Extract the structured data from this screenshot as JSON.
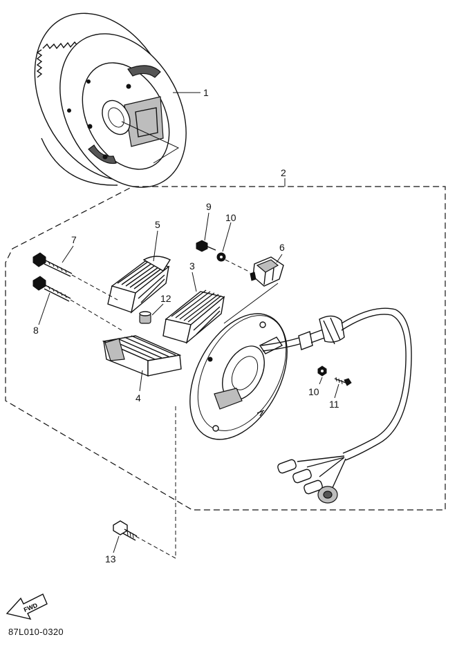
{
  "diagram_code": "87L010-0320",
  "fwd_label": "FWD",
  "callouts": {
    "flywheel": "1",
    "stator_assembly": "2",
    "coil_3": "3",
    "coil_4": "4",
    "coil_5": "5",
    "connector_6": "6",
    "bolt_7": "7",
    "bolt_8": "8",
    "screw_9": "9",
    "washer_10_top": "10",
    "washer_10_right": "10",
    "screw_11": "11",
    "spacer_12": "12",
    "bolt_13": "13"
  }
}
